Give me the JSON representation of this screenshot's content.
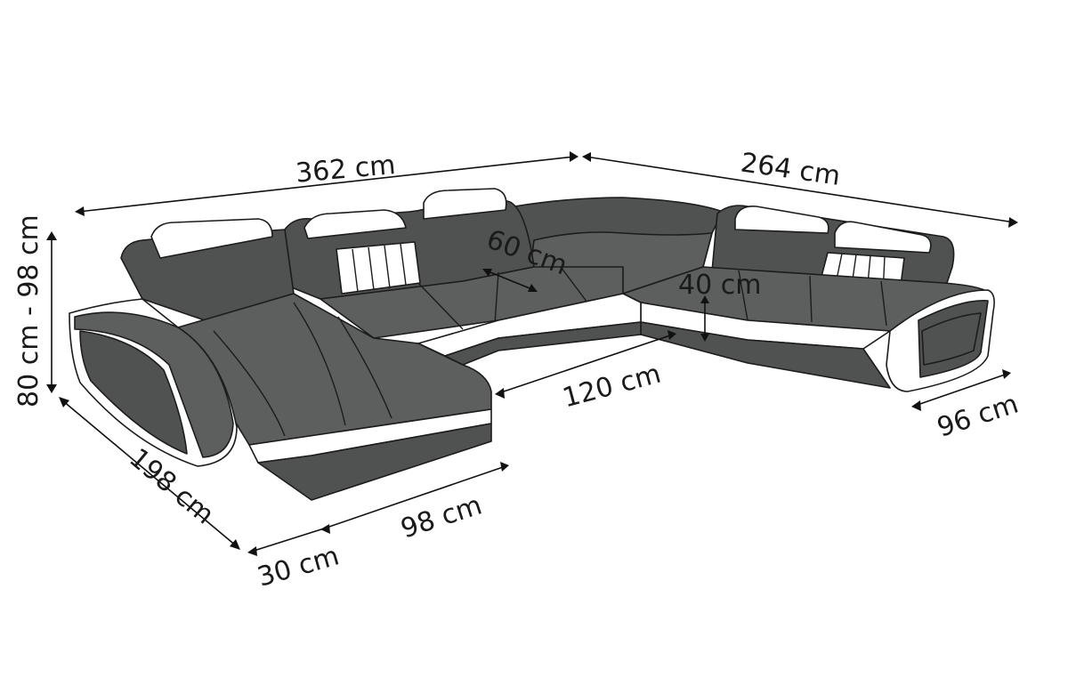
{
  "colors": {
    "upholstery": "#5d5e5e",
    "trim": "#ffffff",
    "outline": "#1c1c1c"
  },
  "dimensions": {
    "total_width_left": "362 cm",
    "total_width_right": "264 cm",
    "height_range": "80 cm - 98 cm",
    "seat_depth": "60 cm",
    "seat_height": "40 cm",
    "inner_length": "120 cm",
    "right_depth": "96 cm",
    "chaise_length": "198 cm",
    "armrest_width": "30 cm",
    "chaise_width": "98 cm"
  }
}
